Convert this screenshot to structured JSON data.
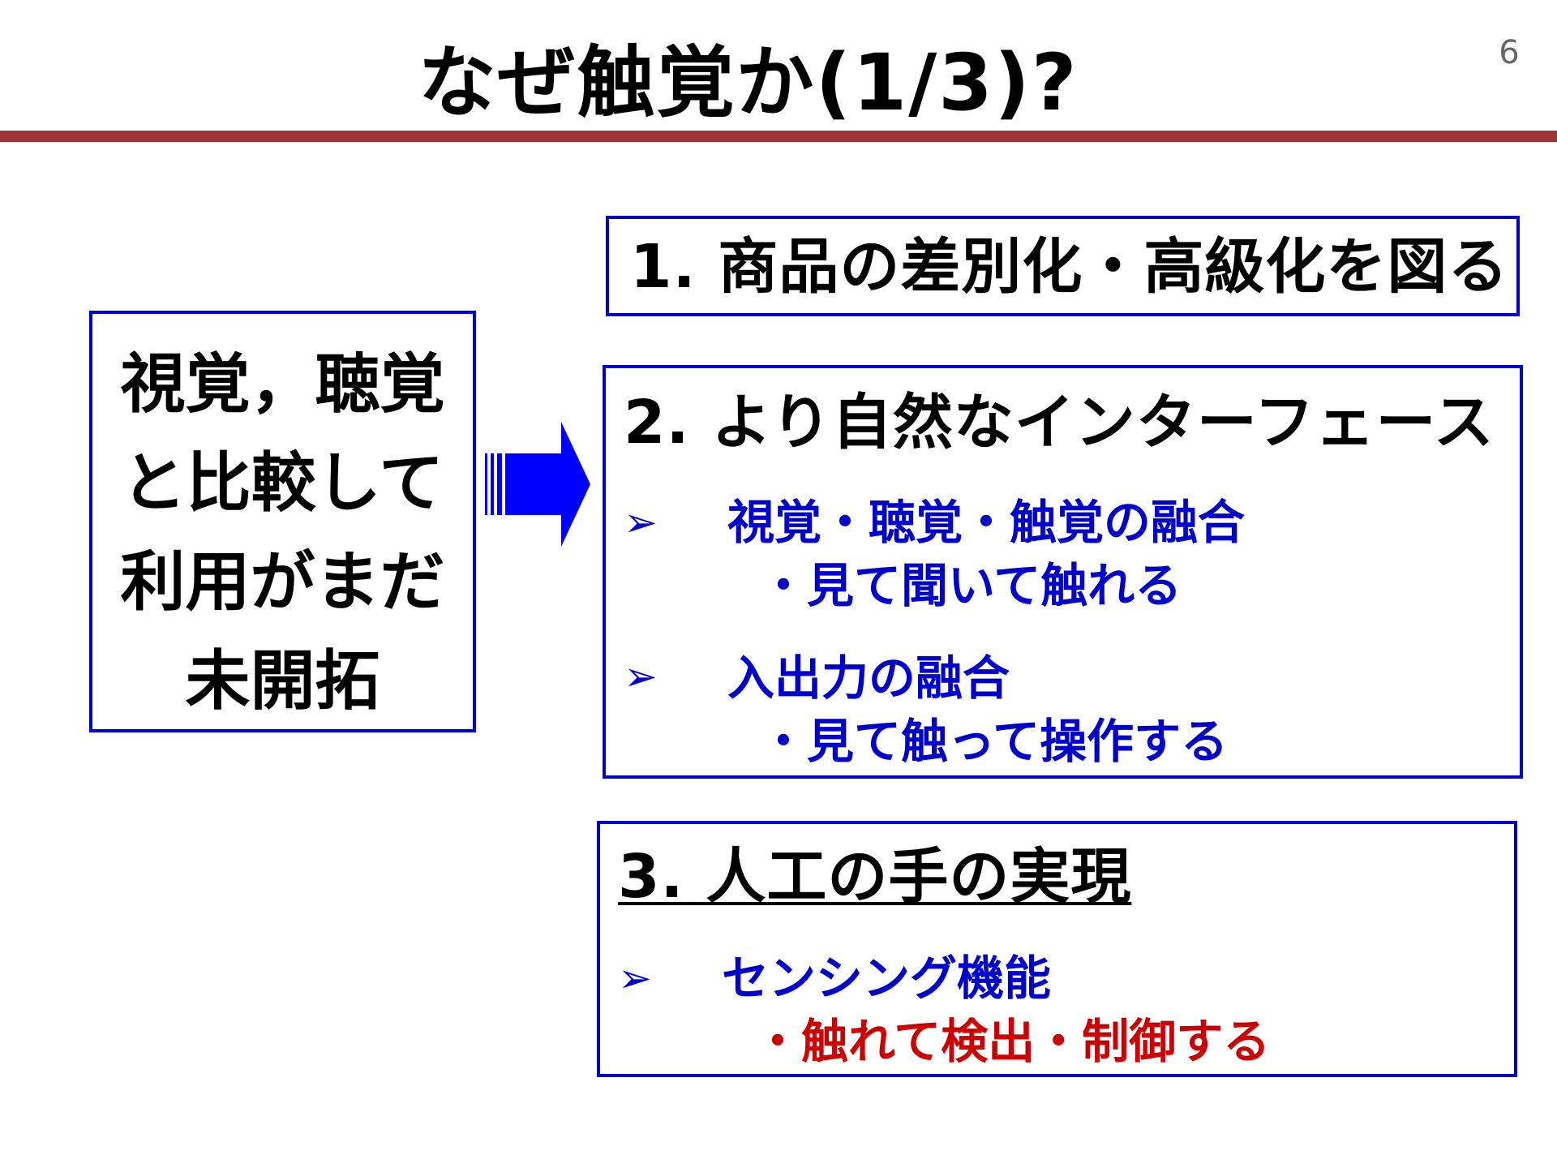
{
  "slide": {
    "title": "なぜ触覚か(1/3)?",
    "page_number": "6"
  },
  "left_box": {
    "text": "視覚，聴覚\nと比較して\n利用がまだ\n未開拓"
  },
  "items": [
    {
      "heading": "1. 商品の差別化・高級化を図る"
    },
    {
      "heading": "2. より自然なインターフェース",
      "bullets": [
        {
          "marker": "➢",
          "main": "視覚・聴覚・触覚の融合",
          "sub": "・見て聞いて触れる"
        },
        {
          "marker": "➢",
          "main": "入出力の融合",
          "sub": "・見て触って操作する"
        }
      ]
    },
    {
      "heading": "3. 人工の手の実現",
      "bullets": [
        {
          "marker": "➢",
          "main": "センシング機能",
          "sub": "・触れて検出・制御する"
        }
      ]
    }
  ],
  "colors": {
    "box_border": "#0000cc",
    "title_rule": "#a1343a",
    "bullet_text": "#0000cc",
    "highlight_text": "#cc0000",
    "arrow_fill": "#0000ff"
  },
  "icons": {
    "arrow": "right-arrow-icon",
    "bullet": "arrowhead-bullet-icon"
  }
}
